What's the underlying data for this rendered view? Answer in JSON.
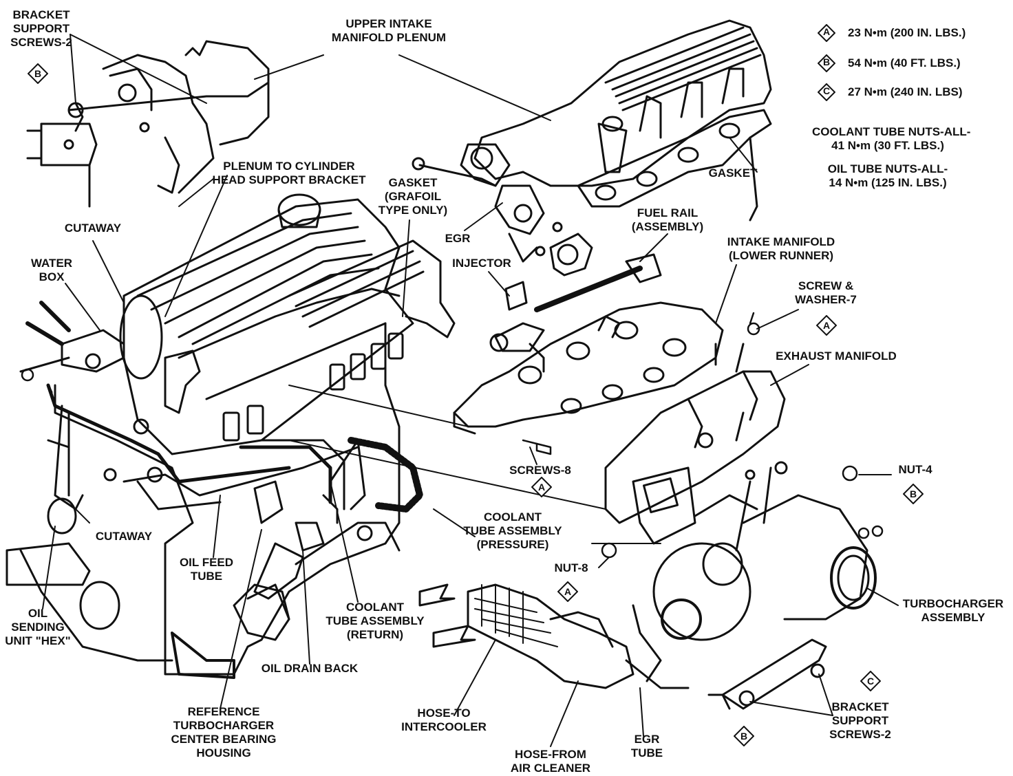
{
  "labels": {
    "bracket_support_top": [
      "BRACKET",
      "SUPPORT",
      "SCREWS-2"
    ],
    "upper_plenum": [
      "UPPER INTAKE",
      "MANIFOLD PLENUM"
    ],
    "plenum_bracket": [
      "PLENUM TO CYLINDER",
      "HEAD SUPPORT BRACKET"
    ],
    "cutaway_top": [
      "CUTAWAY"
    ],
    "water_box": [
      "WATER",
      "BOX"
    ],
    "gasket_grafoil": [
      "GASKET",
      "(GRAFOIL",
      "TYPE ONLY)"
    ],
    "egr": [
      "EGR"
    ],
    "injector": [
      "INJECTOR"
    ],
    "fuel_rail": [
      "FUEL RAIL",
      "(ASSEMBLY)"
    ],
    "gasket_right": [
      "GASKET"
    ],
    "intake_lower": [
      "INTAKE MANIFOLD",
      "(LOWER RUNNER)"
    ],
    "screw_washer": [
      "SCREW &",
      "WASHER-7"
    ],
    "exhaust_manifold": [
      "EXHAUST MANIFOLD"
    ],
    "screws_8": [
      "SCREWS-8"
    ],
    "nut_4": [
      "NUT-4"
    ],
    "coolant_pressure": [
      "COOLANT",
      "TUBE ASSEMBLY",
      "(PRESSURE)"
    ],
    "nut_8": [
      "NUT-8"
    ],
    "cutaway_bottom": [
      "CUTAWAY"
    ],
    "oil_feed": [
      "OIL FEED",
      "TUBE"
    ],
    "oil_sending": [
      "OIL",
      "SENDING",
      "UNIT \"HEX\""
    ],
    "coolant_return": [
      "COOLANT",
      "TUBE ASSEMBLY",
      "(RETURN)"
    ],
    "oil_drain": [
      "OIL DRAIN BACK"
    ],
    "turbo_assembly": [
      "TURBOCHARGER",
      "ASSEMBLY"
    ],
    "reference": [
      "REFERENCE",
      "TURBOCHARGER",
      "CENTER BEARING",
      "HOUSING"
    ],
    "hose_to": [
      "HOSE-TO",
      "INTERCOOLER"
    ],
    "hose_from": [
      "HOSE-FROM",
      "AIR CLEANER"
    ],
    "egr_tube": [
      "EGR",
      "TUBE"
    ],
    "bracket_support_bottom": [
      "BRACKET",
      "SUPPORT",
      "SCREWS-2"
    ]
  },
  "torque_legend": [
    {
      "letter": "A",
      "value": "23 N•m (200 IN. LBS.)"
    },
    {
      "letter": "B",
      "value": "54 N•m (40 FT. LBS.)"
    },
    {
      "letter": "C",
      "value": "27 N•m (240 IN. LBS)"
    }
  ],
  "notes": [
    [
      "COOLANT TUBE NUTS-ALL-",
      "41 N•m (30 FT. LBS.)"
    ],
    [
      "OIL TUBE NUTS-ALL-",
      "14 N•m (125 IN. LBS.)"
    ]
  ],
  "markers": {
    "B_top_left": "B",
    "A_screw_washer": "A",
    "B_nut4": "B",
    "A_screws8": "A",
    "A_nut8": "A",
    "C_bracket": "C",
    "B_bracket": "B"
  },
  "colors": {
    "ink": "#111111",
    "paper": "#ffffff"
  }
}
